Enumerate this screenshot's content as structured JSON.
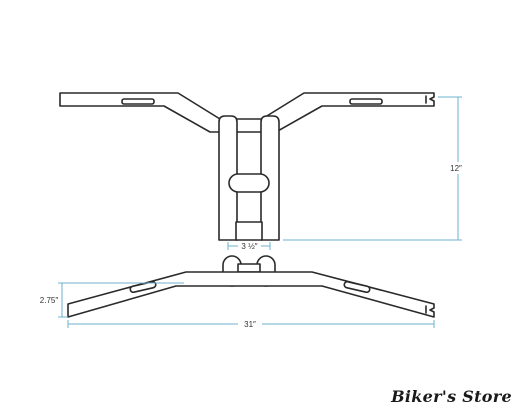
{
  "dimensions": {
    "rise": "12″",
    "clamp_spacing": "3 ½″",
    "pullback": "2.75″",
    "width": "31″"
  },
  "watermark": "Biker's Store",
  "colors": {
    "outline": "#2a2a2a",
    "dimension_line": "#6fb3cf",
    "background": "#ffffff"
  }
}
